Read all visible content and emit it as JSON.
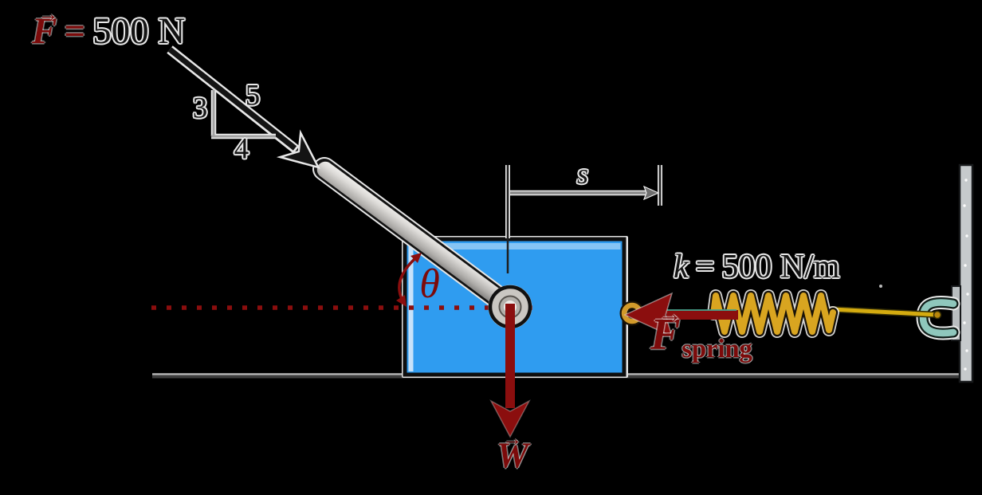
{
  "applied_force_label": {
    "symbol": "F",
    "vector_mark": "→",
    "equals": "=",
    "value": "500 N"
  },
  "slope_triangle": {
    "opposite": "3",
    "adjacent": "4",
    "hypotenuse": "5"
  },
  "dimension_label": {
    "symbol": "s"
  },
  "angle_label": {
    "symbol": "θ"
  },
  "spring_constant_label": {
    "symbol": "k",
    "equals": "=",
    "value": "500 N/m"
  },
  "spring_force_label": {
    "symbol": "F",
    "vector_mark": "→",
    "subscript": "spring"
  },
  "weight_label": {
    "symbol": "W",
    "vector_mark": "→"
  },
  "colors": {
    "background": "#000000",
    "label_maroon": "#7C0A0A",
    "arrow_dark_red": "#8B0E0E",
    "block_blue": "#2F9CF0",
    "spring_gold": "#D9A520",
    "rod_gray": "#D6D4D1",
    "wall_gray": "#C6CACC",
    "hook_teal": "#8FC7BC",
    "force_arrow_black": "#141414"
  }
}
